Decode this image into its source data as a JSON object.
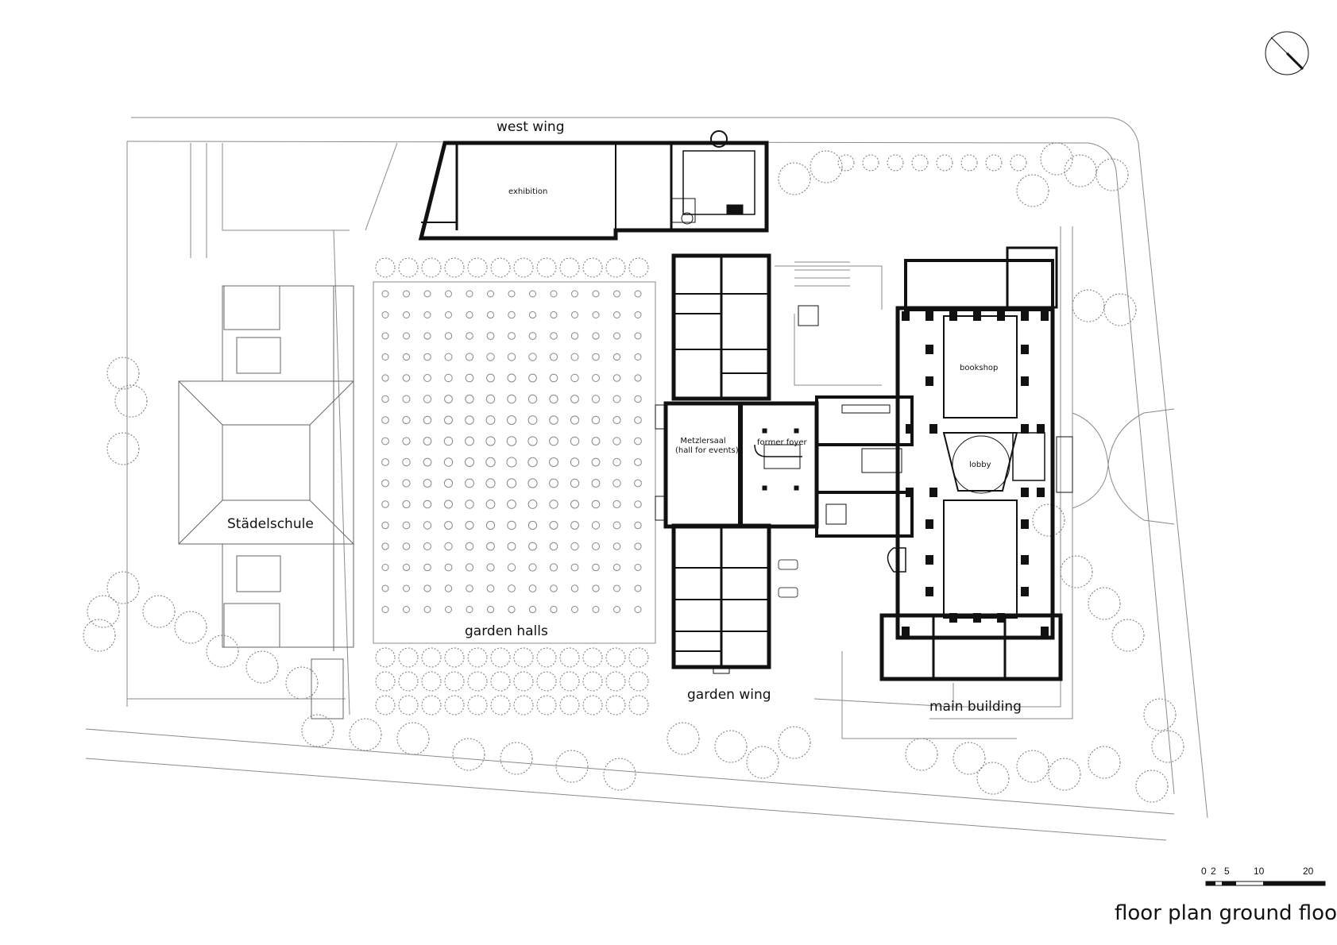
{
  "title": "floor plan ground floor",
  "labels": {
    "west_wing": "west wing",
    "exhibition": "exhibition",
    "stadelschule": "Städelschule",
    "garden_halls": "garden halls",
    "garden_wing": "garden wing",
    "main_building": "main building",
    "metzlersaal": "Metzlersaal",
    "hall_for_events": "(hall for events)",
    "former_foyer": "former foyer",
    "bookshop": "bookshop",
    "lobby": "lobby"
  },
  "scale_bar": {
    "ticks": [
      "0",
      "2",
      "5",
      "10",
      "20"
    ]
  },
  "icons": {
    "north": "north-arrow-icon",
    "tree": "tree-icon",
    "column": "column-icon"
  },
  "colors": {
    "ink": "#111111",
    "line": "#888888",
    "paper": "#ffffff"
  }
}
